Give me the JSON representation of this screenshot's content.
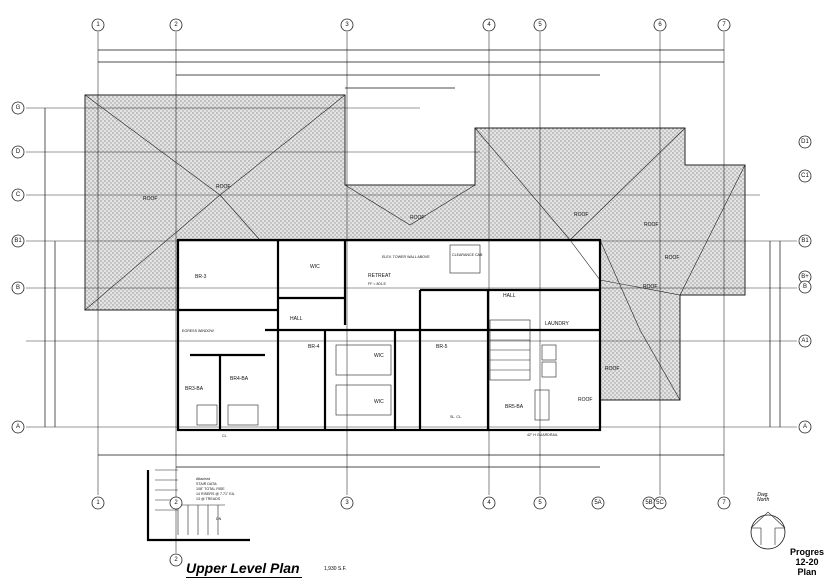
{
  "title": {
    "plan_name": "Upper Level Plan",
    "area": "1,930 S.F."
  },
  "stamp": {
    "line1": "Progres",
    "line2": "12-20",
    "line3": "Plan"
  },
  "north_arrow": {
    "label_1": "Dwg.",
    "label_2": "North"
  },
  "grid_top": [
    "1",
    "2",
    "3",
    "4",
    "5",
    "6",
    "7"
  ],
  "grid_bottom": [
    "1",
    "2",
    "3",
    "4",
    "5",
    "5A",
    "5B",
    "5C",
    "7",
    "2"
  ],
  "grid_left": [
    "G",
    "D",
    "C",
    "B1",
    "B",
    "A"
  ],
  "grid_right": [
    "D1",
    "C1",
    "B1",
    "B+",
    "B",
    "A1",
    "A"
  ],
  "rooms": {
    "br3": "BR-3",
    "wic1": "WIC",
    "hall1": "HALL",
    "retreat": "RETREAT",
    "retreat_sub": "FF = 801.5'",
    "elev_note": "ELEV. TOWER WALL ABOVE",
    "clearance": "CLEARANCE CAB",
    "br4": "BR-4",
    "wic2": "WIC",
    "wic3": "WIC",
    "br5": "BR-5",
    "hall2": "HALL",
    "laundry": "LAUNDRY",
    "br3ba": "BR3-BA",
    "br4ba": "BR4-BA",
    "br5ba": "BR5-BA",
    "slcl": "SL. CL.",
    "cl": "CL",
    "guardrail": "42\" H GUARDRAIL",
    "egress": "EGRESS WINDOW"
  },
  "roof_labels": [
    "ROOF",
    "ROOF",
    "ROOF",
    "ROOF",
    "ROOF",
    "ROOF",
    "ROOF",
    "ROOF",
    "ROOF"
  ],
  "stair_note": {
    "l1": "Attached",
    "l2": "STAIR DATA:",
    "l3": "108\" TOTAL RISE",
    "l4": "14 RISERS @ 7.71\" EA.",
    "l5": "13 @ TREADS",
    "dn": "DN"
  }
}
